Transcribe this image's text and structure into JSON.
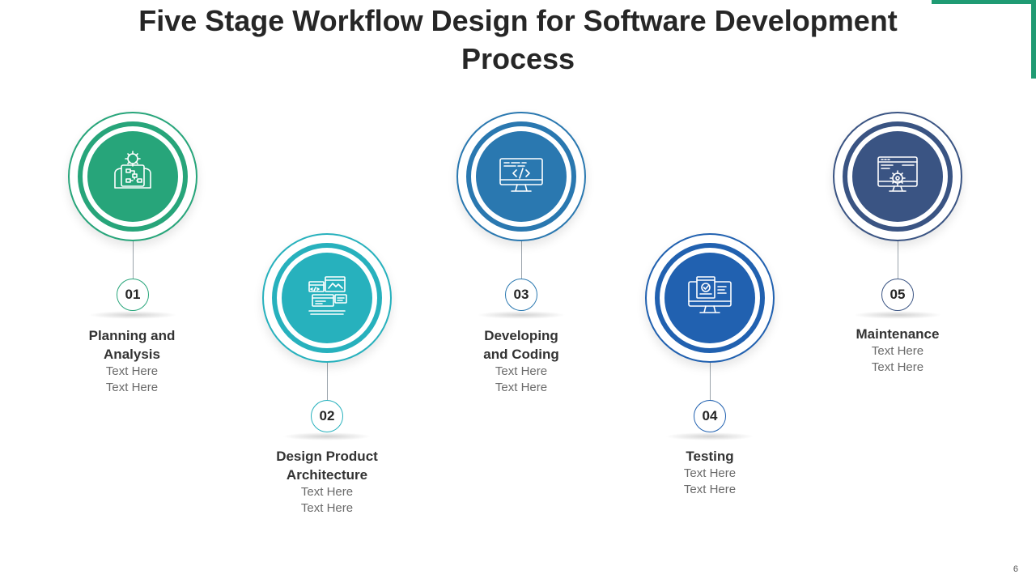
{
  "title": "Five Stage Workflow Design for Software Development Process",
  "colors": {
    "accent": "#1f9b73",
    "stage1": "#27a57a",
    "stage2": "#27b1bd",
    "stage3": "#2a78b0",
    "stage4": "#2161b0",
    "stage5": "#3a5483"
  },
  "stages": [
    {
      "number": "01",
      "title_line1": "Planning and",
      "title_line2": "Analysis",
      "desc_line1": "Text Here",
      "desc_line2": "Text Here",
      "icon": "planning-gear-flowchart-icon"
    },
    {
      "number": "02",
      "title_line1": "Design Product",
      "title_line2": "Architecture",
      "desc_line1": "Text Here",
      "desc_line2": "Text Here",
      "icon": "design-windows-layout-icon"
    },
    {
      "number": "03",
      "title_line1": "Developing",
      "title_line2": "and Coding",
      "desc_line1": "Text Here",
      "desc_line2": "Text Here",
      "icon": "monitor-code-icon"
    },
    {
      "number": "04",
      "title_line1": "Testing",
      "title_line2": "",
      "desc_line1": "Text Here",
      "desc_line2": "Text Here",
      "icon": "monitor-checkmark-icon"
    },
    {
      "number": "05",
      "title_line1": "Maintenance",
      "title_line2": "",
      "desc_line1": "Text Here",
      "desc_line2": "Text Here",
      "icon": "monitor-gear-icon"
    }
  ],
  "page_number": "6"
}
